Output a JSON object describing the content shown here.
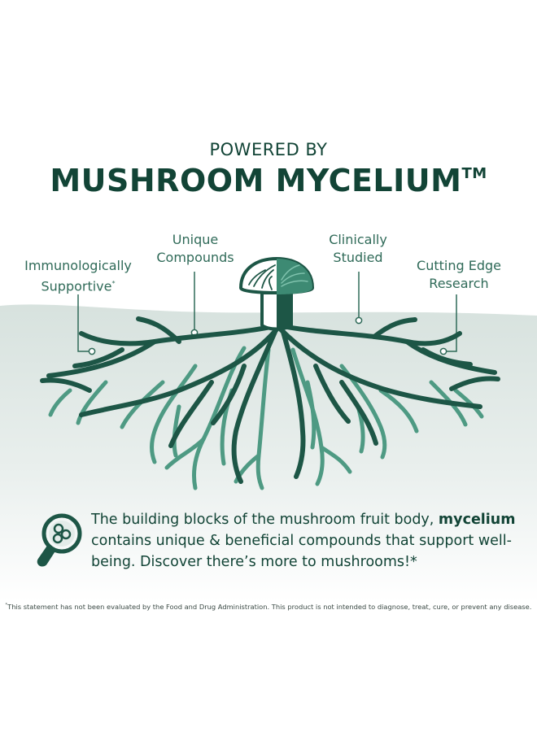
{
  "heading": {
    "eyebrow": "POWERED BY",
    "title": "MUSHROOM MYCELIUM",
    "trademark": "TM"
  },
  "callouts": [
    {
      "line1": "Immunologically",
      "line2": "Supportive",
      "mark": "*"
    },
    {
      "line1": "Unique",
      "line2": "Compounds",
      "mark": ""
    },
    {
      "line1": "Clinically",
      "line2": "Studied",
      "mark": ""
    },
    {
      "line1": "Cutting Edge",
      "line2": "Research",
      "mark": ""
    }
  ],
  "illustration": {
    "icon": "mushroom-mycelium-roots-illustration"
  },
  "body": {
    "icon": "magnifier-molecule-icon",
    "line1_pre": "The building blocks of the mushroom fruit body, ",
    "line1_bold": "mycelium",
    "line2": "contains unique & beneficial compounds that support well-",
    "line3": "being. Discover there’s more to mushrooms!*"
  },
  "disclaimer": {
    "mark": "*",
    "text": "This statement has not been evaluated by the Food and Drug Administration. This product is not intended to diagnose, treat, cure, or prevent any disease."
  },
  "colors": {
    "dark_green": "#124436",
    "mid_green": "#2f6a58",
    "light_green": "#5aa58f",
    "ground": "#dfe7e4"
  }
}
